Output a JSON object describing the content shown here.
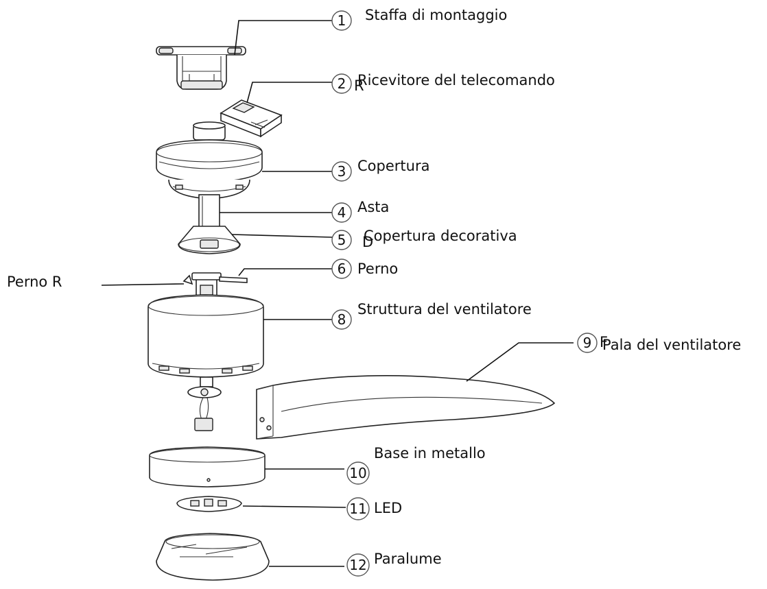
{
  "callouts": [
    {
      "num": "1",
      "label": "Staffa di montaggio"
    },
    {
      "num": "2",
      "label": "Ricevitore del telecomando",
      "stray": "R"
    },
    {
      "num": "3",
      "label": "Copertura"
    },
    {
      "num": "4",
      "label": "Asta"
    },
    {
      "num": "5",
      "label": "Copertura decorativa",
      "stray": "D"
    },
    {
      "num": "6",
      "label": "Perno"
    },
    {
      "num": "8",
      "label": "Struttura del ventilatore"
    },
    {
      "num": "9",
      "label": "Pala del ventilatore",
      "stray": "F"
    },
    {
      "num": "10",
      "label": "Base in metallo"
    },
    {
      "num": "11",
      "label": "LED"
    },
    {
      "num": "12",
      "label": "Paralume"
    }
  ],
  "side_label": "Perno R",
  "colors": {
    "line": "#111111",
    "part_fill": "#e8e8e8",
    "background": "#ffffff"
  }
}
